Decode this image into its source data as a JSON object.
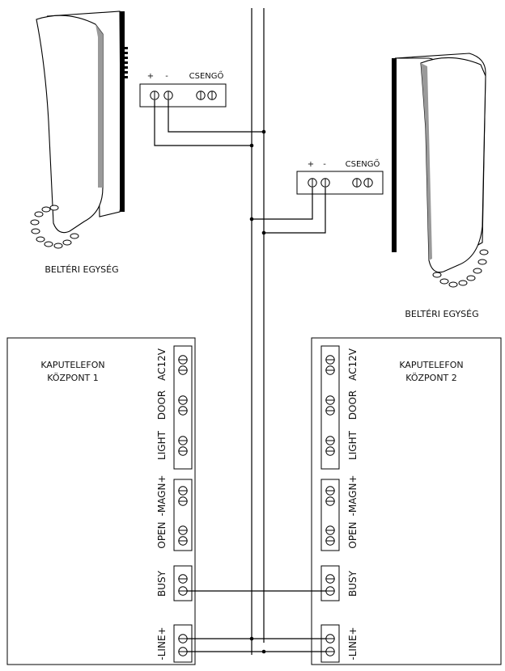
{
  "indoor_unit_1": {
    "label": "BELTÉRI EGYSÉG",
    "terminals": {
      "plus": "+",
      "minus": "-",
      "bell": "CSENGŐ"
    }
  },
  "indoor_unit_2": {
    "label": "BELTÉRI EGYSÉG",
    "terminals": {
      "plus": "+",
      "minus": "-",
      "bell": "CSENGŐ"
    }
  },
  "central_1": {
    "title_line1": "KAPUTELEFON",
    "title_line2": "KÖZPONT 1",
    "terminals": [
      "AC12V",
      "DOOR",
      "LIGHT",
      "-MAGN+",
      "OPEN",
      "BUSY",
      "-LINE+"
    ]
  },
  "central_2": {
    "title_line1": "KAPUTELEFON",
    "title_line2": "KÖZPONT 2",
    "terminals": [
      "AC12V",
      "DOOR",
      "LIGHT",
      "-MAGN+",
      "OPEN",
      "BUSY",
      "-LINE+"
    ]
  }
}
